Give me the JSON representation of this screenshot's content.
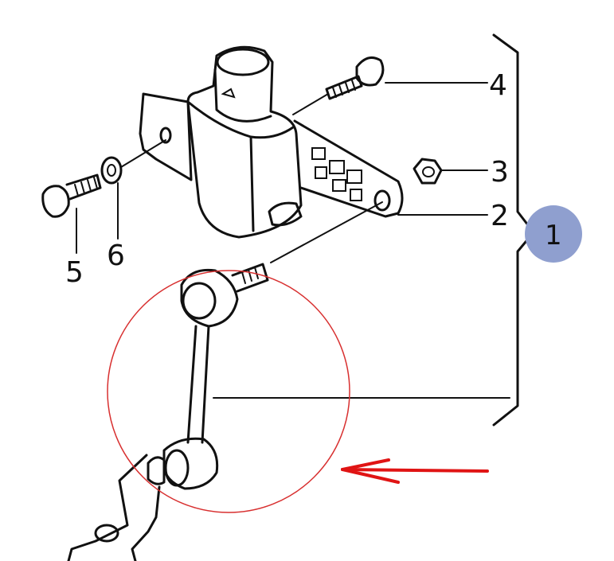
{
  "callouts": {
    "one": "1",
    "two": "2",
    "three": "3",
    "four": "4",
    "five": "5",
    "six": "6"
  },
  "colors": {
    "badge": "#8f9fcf",
    "circle": "#d83030",
    "arrow": "#e01414",
    "ink": "#111111"
  }
}
